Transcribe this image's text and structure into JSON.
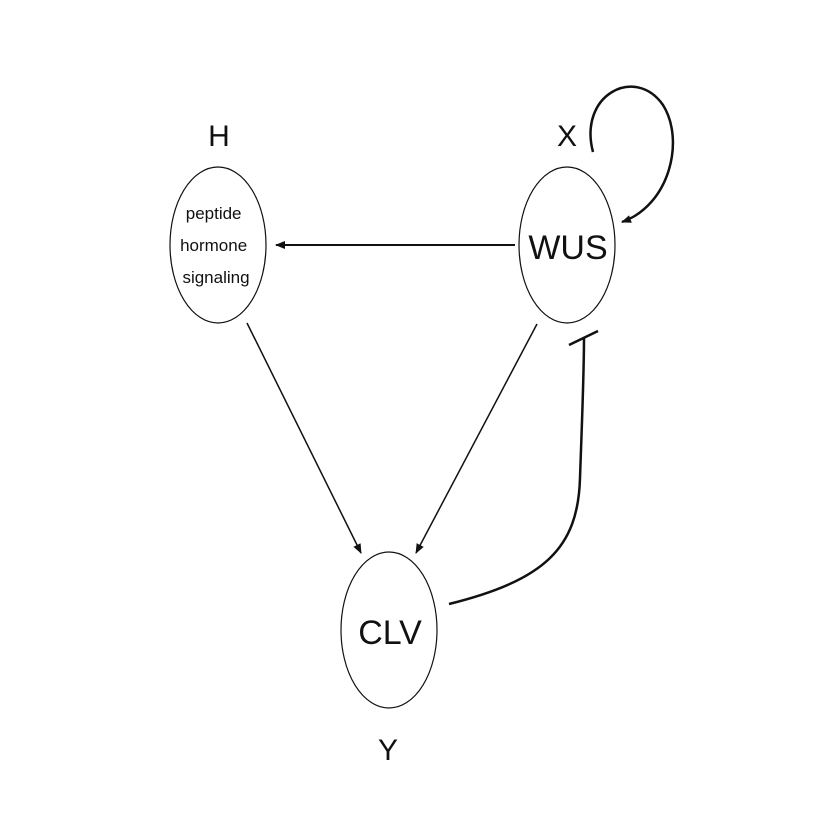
{
  "nodes": {
    "h": {
      "corner_label": "H",
      "text_lines": [
        "peptide",
        "hormone",
        "signaling"
      ]
    },
    "wus": {
      "corner_label": "X",
      "text": "WUS"
    },
    "clv": {
      "corner_label": "Y",
      "text": "CLV"
    }
  },
  "edges": [
    {
      "from": "WUS",
      "to": "WUS",
      "type": "activation"
    },
    {
      "from": "WUS",
      "to": "peptide hormone signaling",
      "type": "activation"
    },
    {
      "from": "peptide hormone signaling",
      "to": "CLV",
      "type": "activation"
    },
    {
      "from": "WUS",
      "to": "CLV",
      "type": "activation"
    },
    {
      "from": "CLV",
      "to": "WUS",
      "type": "inhibition"
    }
  ]
}
